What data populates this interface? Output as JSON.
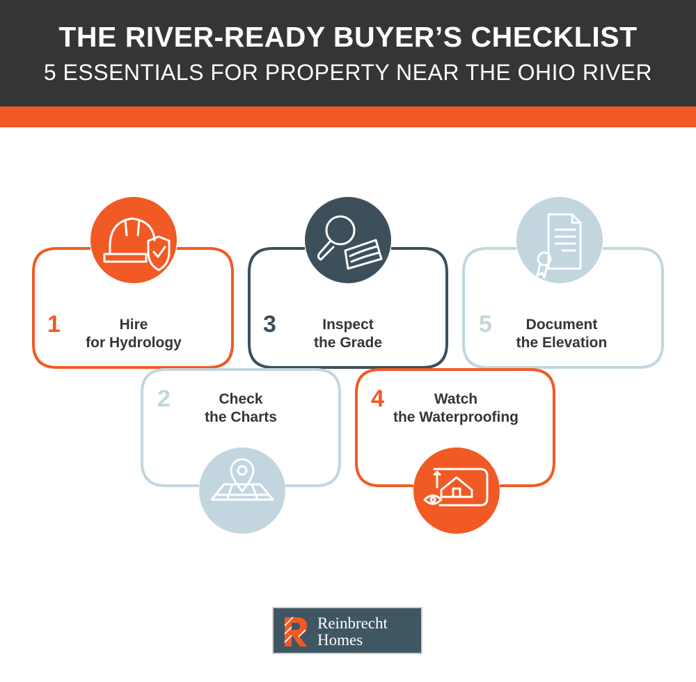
{
  "header": {
    "title": "THE RIVER-READY BUYER’S CHECKLIST",
    "subtitle": "5 ESSENTIALS FOR PROPERTY NEAR THE OHIO RIVER"
  },
  "colors": {
    "orange": "#f15a24",
    "dark_slate": "#3d4f5a",
    "light_blue": "#c3d6df",
    "header_bg": "#353535"
  },
  "steps": [
    {
      "number": "1",
      "line1": "Hire",
      "line2": "for Hydrology",
      "icon": "hard-hat-shield-check-icon",
      "color": "orange"
    },
    {
      "number": "2",
      "line1": "Check",
      "line2": "the Charts",
      "icon": "map-pin-icon",
      "color": "light_blue"
    },
    {
      "number": "3",
      "line1": "Inspect",
      "line2": "the Grade",
      "icon": "magnifier-soil-icon",
      "color": "dark_slate"
    },
    {
      "number": "4",
      "line1": "Watch",
      "line2": "the Waterproofing",
      "icon": "house-blueprint-icon",
      "color": "orange"
    },
    {
      "number": "5",
      "line1": "Document",
      "line2": "the Elevation",
      "icon": "certificate-document-icon",
      "color": "light_blue"
    }
  ],
  "logo": {
    "line1": "Reinbrecht",
    "line2": "Homes",
    "icon": "r-monogram-icon"
  }
}
